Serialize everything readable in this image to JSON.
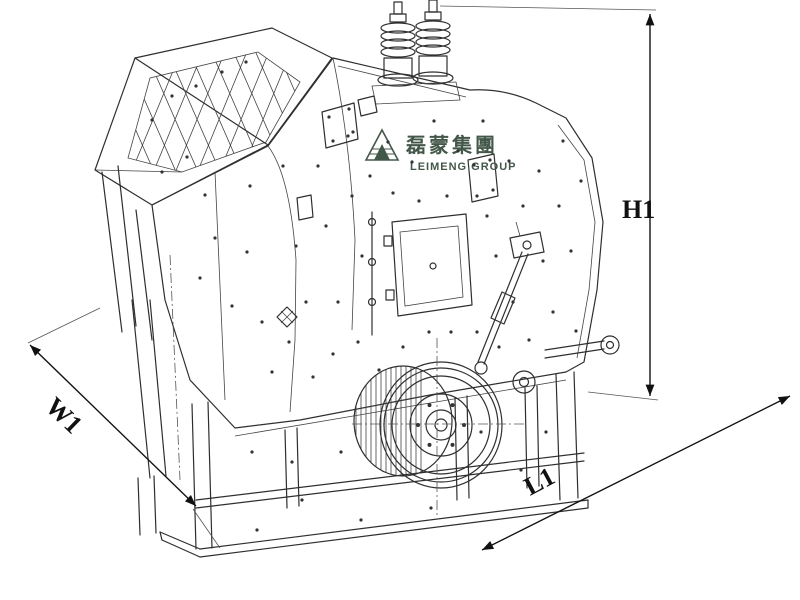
{
  "brand": {
    "cn": "磊蒙集團",
    "en": "LEIMENG GROUP"
  },
  "dimensions": {
    "height": "H1",
    "length": "L1",
    "width": "W1"
  },
  "colors": {
    "line": "#2f2f2f",
    "dimension": "#111111",
    "brand_green": "#44584a",
    "background": "#ffffff"
  }
}
